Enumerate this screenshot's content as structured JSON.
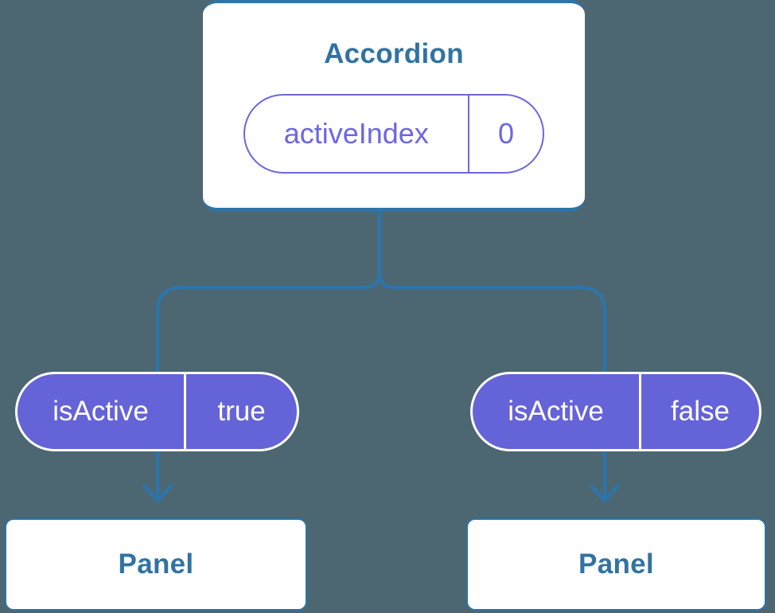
{
  "colors": {
    "background": "#4c6771",
    "connector": "#2d74a9",
    "component_text": "#3173a2",
    "pill_fill": "#6563d8",
    "pill_text": "#ffffff",
    "state_accent": "#6c67e1",
    "card_background": "#ffffff"
  },
  "root": {
    "title": "Accordion",
    "state": {
      "name": "activeIndex",
      "value": "0"
    }
  },
  "children": [
    {
      "prop": {
        "name": "isActive",
        "value": "true"
      },
      "label": "Panel"
    },
    {
      "prop": {
        "name": "isActive",
        "value": "false"
      },
      "label": "Panel"
    }
  ]
}
